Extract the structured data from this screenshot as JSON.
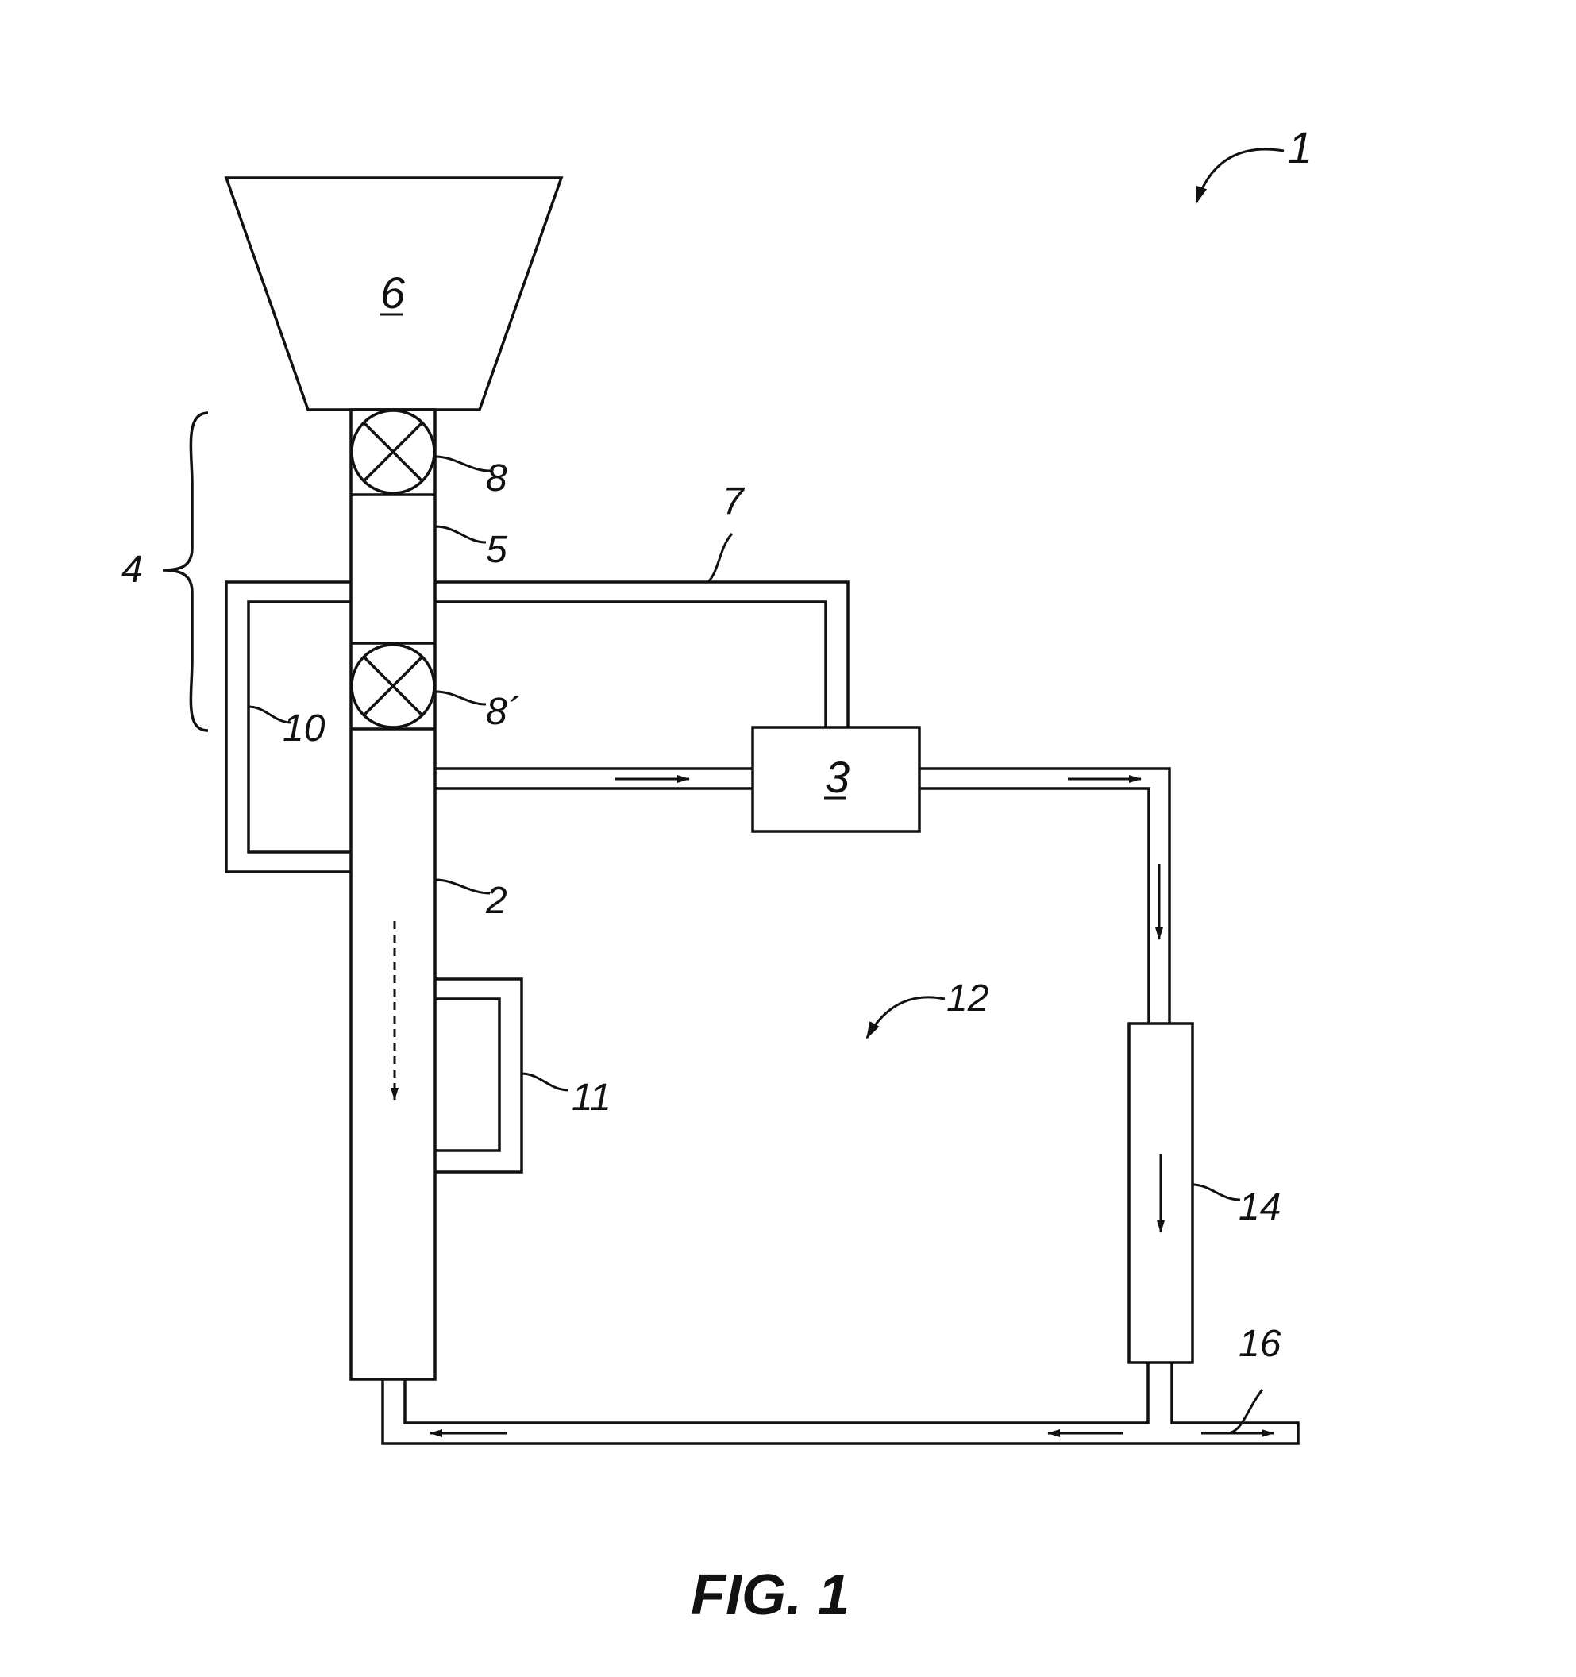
{
  "figure": {
    "caption": "FIG. 1",
    "labels": {
      "system": "1",
      "pipe": "2",
      "unit": "3",
      "lock_section": "4",
      "lock_chamber": "5",
      "hopper": "6",
      "line": "7",
      "valve_upper": "8",
      "valve_lower": "8´",
      "bypass": "10",
      "jacket": "11",
      "loop": "12",
      "column": "14",
      "outlet": "16"
    }
  }
}
